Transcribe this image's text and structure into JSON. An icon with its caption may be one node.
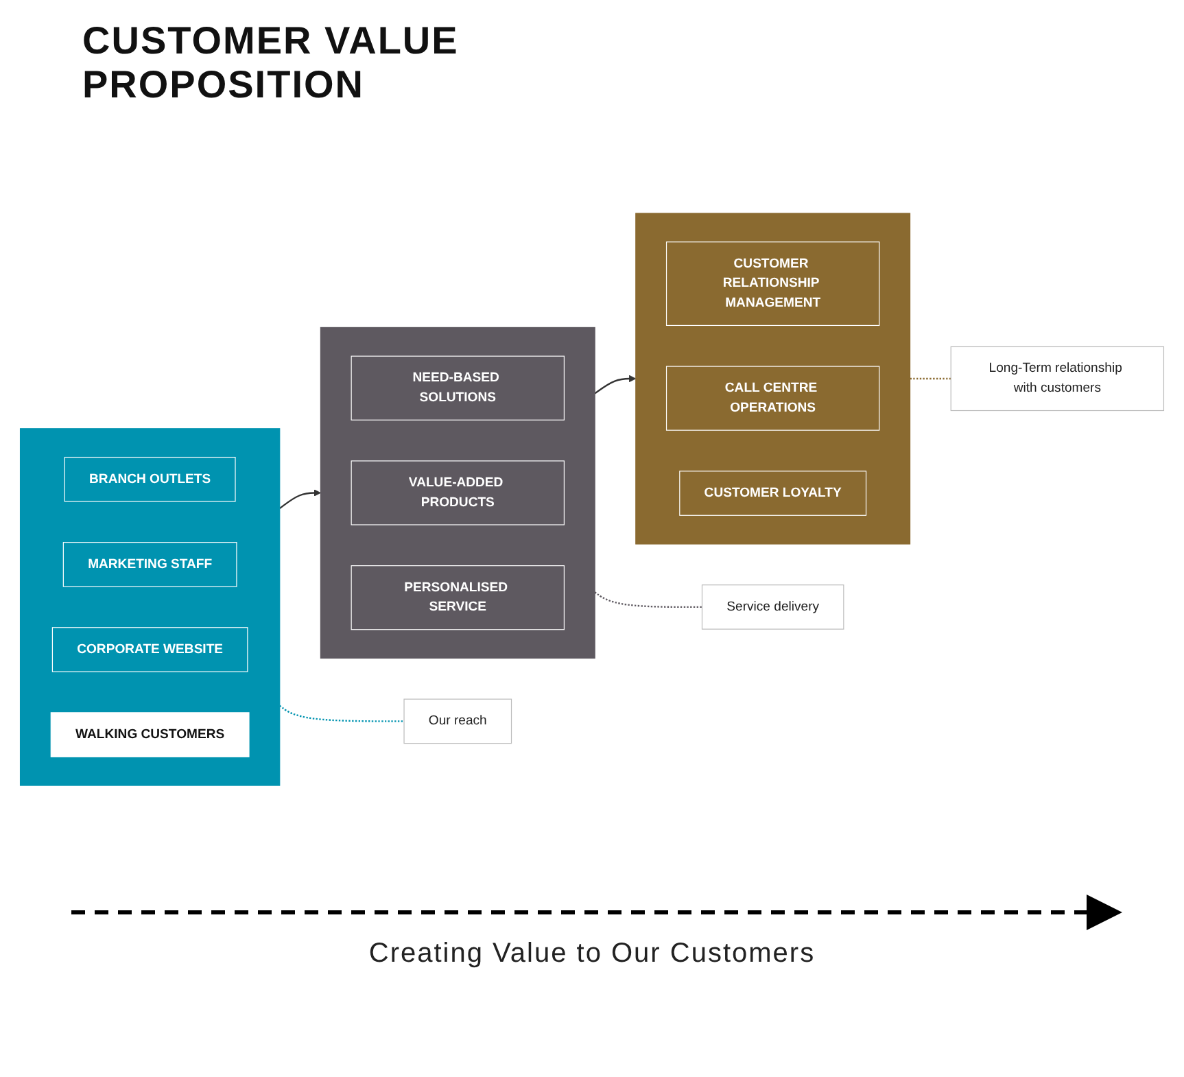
{
  "diagram": {
    "title": "CUSTOMER VALUE PROPOSITION",
    "nodes": [
      {
        "text": [],
        "shape": "box"
      },
      {
        "text": [
          "BRANCH OUTLETS"
        ],
        "in": 0
      },
      {
        "text": [
          "MARKETING STAFF"
        ],
        "in": 0
      },
      {
        "text": [
          "CORPORATE WEBSITE"
        ],
        "in": 0
      },
      {
        "text": [
          "WALKING CUSTOMERS"
        ],
        "in": 0
      },
      {
        "text": [],
        "shape": "box"
      },
      {
        "text": [
          "NEED-BASED SOLUTIONS"
        ],
        "in": 5
      },
      {
        "text": [
          "VALUE-ADDED PRODUCTS"
        ],
        "in": 5
      },
      {
        "text": [
          "PERSONALISED SERVICE"
        ],
        "in": 5
      },
      {
        "text": [],
        "shape": "box"
      },
      {
        "text": [
          "CUSTOMER RELATIONSHIP MANAGEMENT"
        ],
        "in": 9
      },
      {
        "text": [
          "CALL CENTRE OPERATIONS"
        ],
        "in": 9
      },
      {
        "text": [
          "CUSTOMER LOYALTY"
        ],
        "in": 9
      },
      {
        "text": [
          "Our reach"
        ]
      },
      {
        "text": [
          "Service delivery"
        ]
      },
      {
        "text": [
          "Long-Term relationship with customers"
        ]
      }
    ],
    "edges": [
      {
        "from": 0,
        "to": 5,
        "arrow": "to"
      },
      {
        "from": 5,
        "to": 9,
        "arrow": "to"
      },
      {
        "from": 0,
        "to": 13,
        "arrow": "none",
        "style": "dashed",
        "color": "#0093b0"
      },
      {
        "from": 5,
        "to": 14,
        "arrow": "none",
        "style": "dashed",
        "color": "#5e5960"
      },
      {
        "from": 9,
        "to": 15,
        "arrow": "none",
        "style": "dashed",
        "color": "#8a6a30"
      }
    ],
    "labels": [
      "Creating Value to Our Customers"
    ]
  }
}
